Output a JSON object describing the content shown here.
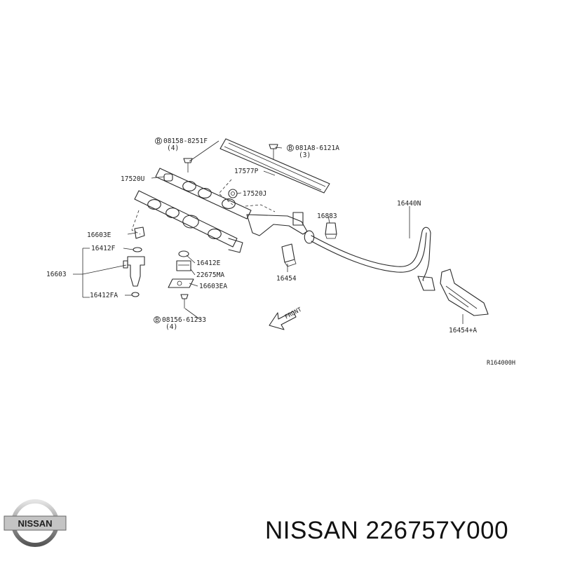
{
  "diagram": {
    "labels": {
      "bolt_top_left": "08158-8251F",
      "bolt_top_left_qty": "(4)",
      "bolt_top_right": "081A8-6121A",
      "bolt_top_right_qty": "(3)",
      "rail_bracket_left": "17520U",
      "cover": "17577P",
      "clip_right": "17520J",
      "clip_small": "16883",
      "hose": "16440N",
      "injector_clamp": "16603E",
      "injector_oring_top": "16412F",
      "injector": "16603",
      "injector_oring_bottom": "16412FA",
      "damper_oring": "16412E",
      "damper": "22675MA",
      "damper_gasket": "16603EA",
      "clip_mid": "16454",
      "bolt_bottom": "08156-61233",
      "bolt_bottom_qty": "(4)",
      "front_marker": "FRONT",
      "hose_clamp": "16454+A",
      "drawing_code": "R164000H"
    }
  },
  "footer": {
    "brand": "NISSAN",
    "part_number": "NISSAN 226757Y000"
  }
}
